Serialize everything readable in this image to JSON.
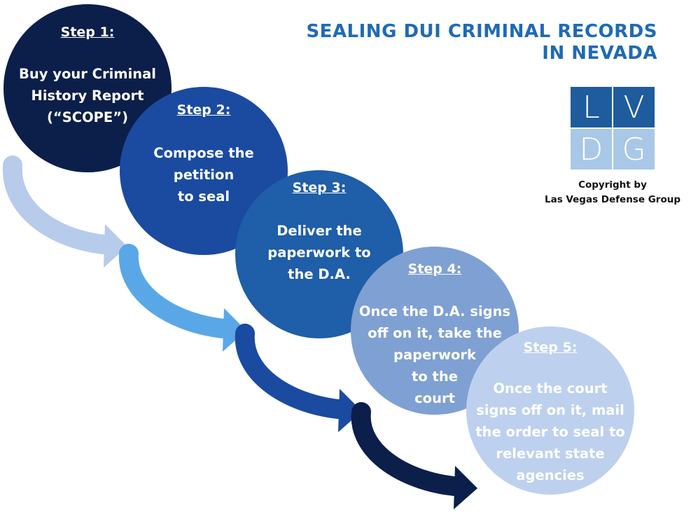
{
  "header": {
    "title_line1": "SEALING DUI CRIMINAL RECORDS",
    "title_line2": "IN NEVADA"
  },
  "logo": {
    "letters": [
      "L",
      "V",
      "D",
      "G"
    ]
  },
  "copyright": {
    "line1": "Copyright by",
    "line2": "Las Vegas Defense Group"
  },
  "steps": [
    {
      "label": "Step 1:",
      "lines": [
        "Buy your Criminal",
        "History Report",
        "(“SCOPE”)"
      ]
    },
    {
      "label": "Step 2:",
      "lines": [
        "Compose the",
        "petition",
        "to seal"
      ]
    },
    {
      "label": "Step 3:",
      "lines": [
        "Deliver the",
        "paperwork to",
        "the D.A."
      ]
    },
    {
      "label": "Step 4:",
      "lines": [
        "Once the D.A. signs",
        "off on it, take the",
        "paperwork",
        "to the",
        "court"
      ]
    },
    {
      "label": "Step 5:",
      "lines": [
        "Once the court",
        "signs off on it, mail",
        "the order to seal to",
        "relevant state",
        "agencies"
      ]
    }
  ],
  "colors": {
    "title": "#1f6ab4",
    "step1": "#0b1f4a",
    "step2": "#1a4ba0",
    "step3": "#1f5ea8",
    "step4": "#7fa0d2",
    "step5": "#bdd0ee",
    "arrow1": "#b7cbeb",
    "arrow2": "#5aa7e8",
    "arrow3": "#1a4ba0",
    "arrow4": "#0b1f4a"
  }
}
